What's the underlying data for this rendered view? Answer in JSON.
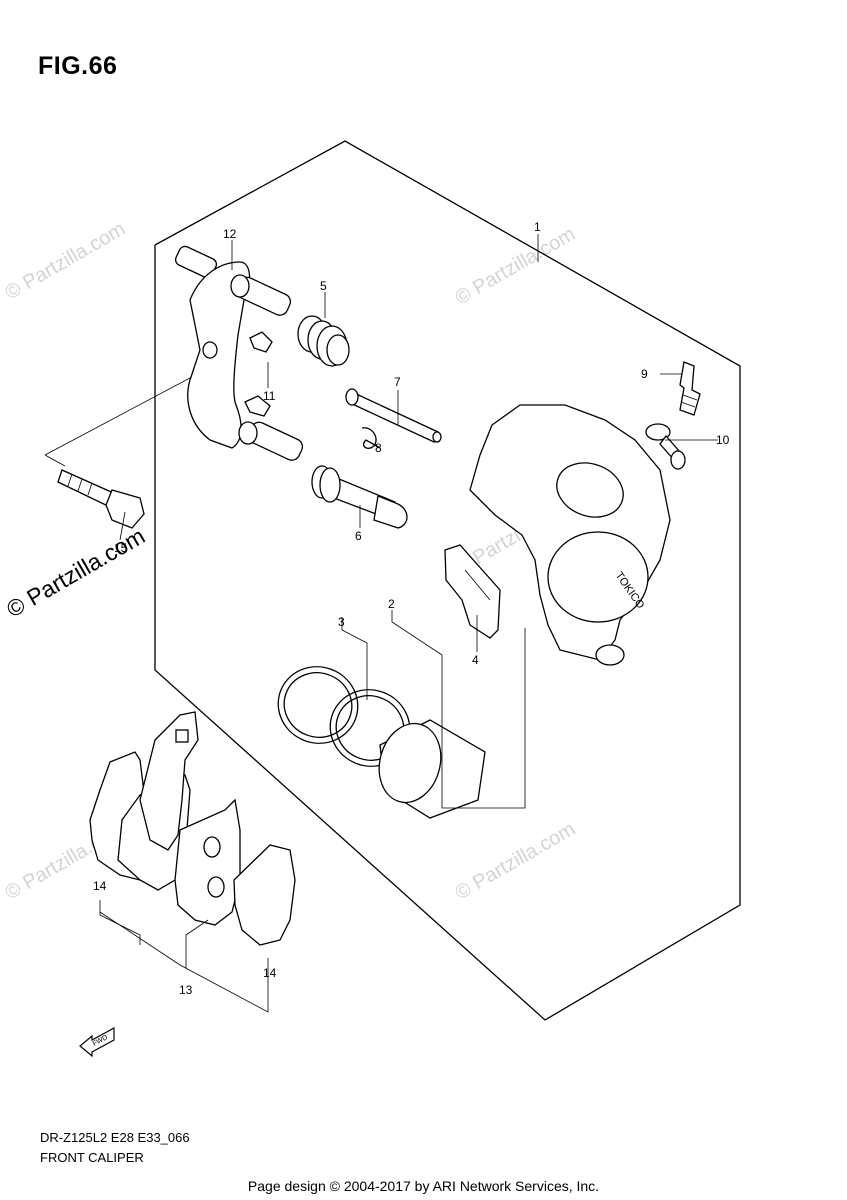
{
  "figure": {
    "title": "FIG.66"
  },
  "callouts": [
    "1",
    "2",
    "3",
    "4",
    "5",
    "6",
    "7",
    "8",
    "9",
    "10",
    "11",
    "12",
    "13",
    "14",
    "14",
    "15"
  ],
  "fwd_label": "FWD",
  "caliper_brand": "TOKICO",
  "watermark": "© Partzilla.com",
  "side_brand": "© Partzilla.com",
  "model_code": "DR-Z125L2 E28 E33_066",
  "caption": "FRONT CALIPER",
  "footer": "Page design © 2004-2017 by ARI Network Services, Inc."
}
